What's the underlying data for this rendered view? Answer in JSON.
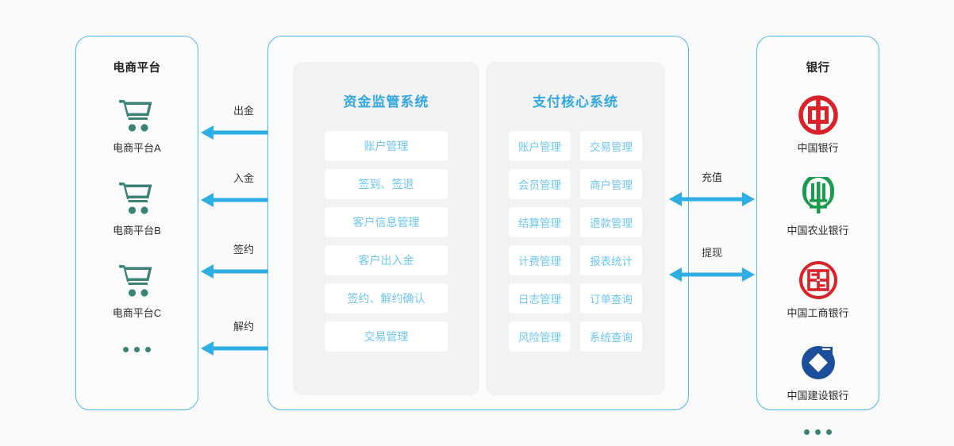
{
  "diagram": {
    "background_color": "#fafafa",
    "accent_color": "#33a7e0",
    "arrow_color": "#2eaee3",
    "ecom_icon_color": "#3c8279"
  },
  "left_panel": {
    "title": "电商平台",
    "items": [
      {
        "label": "电商平台A",
        "icon": "shopping-cart-e-icon"
      },
      {
        "label": "电商平台B",
        "icon": "shopping-cart-e-icon"
      },
      {
        "label": "电商平台C",
        "icon": "shopping-cart-e-icon"
      }
    ],
    "more_indicator": "•••"
  },
  "center_panel": {
    "fund_system": {
      "title": "资金监管系统",
      "modules": [
        "账户管理",
        "签到、签退",
        "客户信息管理",
        "客户出入金",
        "签约、解约确认",
        "交易管理"
      ]
    },
    "payment_core": {
      "title": "支付核心系统",
      "modules": [
        "账户管理",
        "交易管理",
        "会员管理",
        "商户管理",
        "结算管理",
        "退款管理",
        "计费管理",
        "报表统计",
        "日志管理",
        "订单查询",
        "风险管理",
        "系统查询"
      ]
    }
  },
  "right_panel": {
    "title": "银行",
    "items": [
      {
        "label": "中国银行",
        "icon": "bank-of-china-logo",
        "color": "#d8232a"
      },
      {
        "label": "中国农业银行",
        "icon": "abc-bank-logo",
        "color": "#1a9c4c"
      },
      {
        "label": "中国工商银行",
        "icon": "icbc-bank-logo",
        "color": "#d8232a"
      },
      {
        "label": "中国建设银行",
        "icon": "ccb-bank-logo",
        "color": "#1b4f9c"
      }
    ],
    "more_indicator": "•••"
  },
  "left_flows": [
    {
      "label": "出金"
    },
    {
      "label": "入金"
    },
    {
      "label": "签约"
    },
    {
      "label": "解约"
    }
  ],
  "right_flows": [
    {
      "label": "充值"
    },
    {
      "label": "提现"
    }
  ]
}
